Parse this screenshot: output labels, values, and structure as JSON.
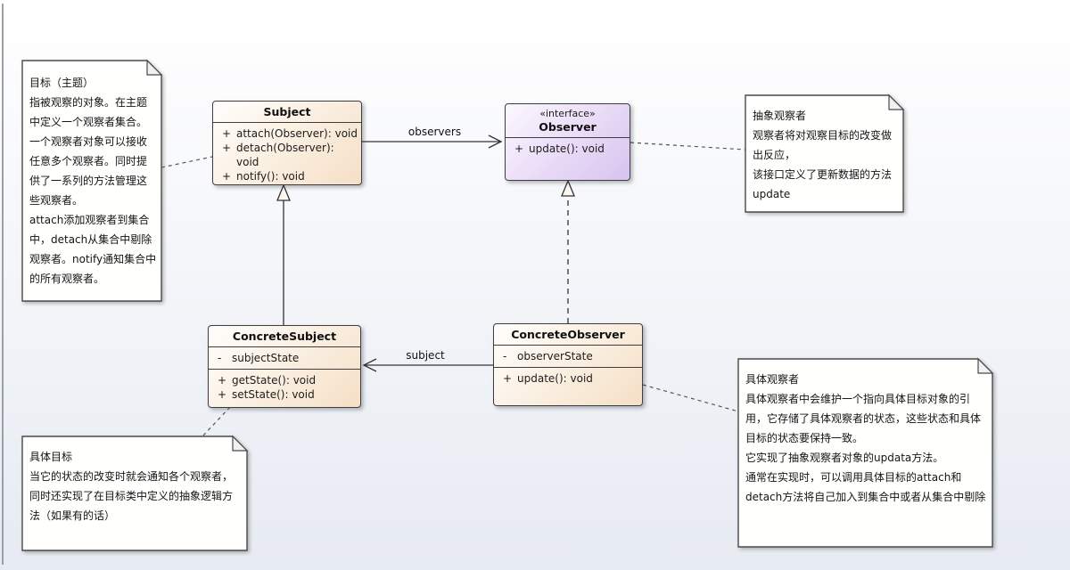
{
  "diagram": {
    "classes": {
      "subject": {
        "name": "Subject",
        "methods": [
          {
            "v": "+",
            "t": "attach(Observer): void"
          },
          {
            "v": "+",
            "t": "detach(Observer): void"
          },
          {
            "v": "+",
            "t": "notify(): void"
          }
        ]
      },
      "observer": {
        "stereotype": "«interface»",
        "name": "Observer",
        "methods": [
          {
            "v": "+",
            "t": "update(): void"
          }
        ]
      },
      "concrete_subject": {
        "name": "ConcreteSubject",
        "attributes": [
          {
            "v": "-",
            "t": "subjectState"
          }
        ],
        "methods": [
          {
            "v": "+",
            "t": "getState(): void"
          },
          {
            "v": "+",
            "t": "setState(): void"
          }
        ]
      },
      "concrete_observer": {
        "name": "ConcreteObserver",
        "attributes": [
          {
            "v": "-",
            "t": "observerState"
          }
        ],
        "methods": [
          {
            "v": "+",
            "t": "update(): void"
          }
        ]
      }
    },
    "edges": {
      "observers_label": "observers",
      "subject_label": "subject"
    },
    "notes": {
      "target": {
        "lines": [
          "目标（主题）",
          "指被观察的对象。在主题",
          "中定义一个观察者集合。",
          "一个观察者对象可以接收",
          "任意多个观察者。同时提",
          "供了一系列的方法管理这",
          "些观察者。",
          "attach添加观察者到集合",
          "中，detach从集合中剔除",
          "观察者。notify通知集合中",
          "的所有观察者。"
        ]
      },
      "abstract_observer": {
        "lines": [
          "抽象观察者",
          "观察者将对观察目标的改变做",
          "出反应，",
          "该接口定义了更新数据的方法",
          "update"
        ]
      },
      "concrete_target": {
        "lines": [
          "具体目标",
          "当它的状态的改变时就会通知各个观察者，",
          "同时还实现了在目标类中定义的抽象逻辑方",
          "法（如果有的话）"
        ]
      },
      "concrete_observer": {
        "lines": [
          "具体观察者",
          "具体观察者中会维护一个指向具体目标对象的引",
          "用，它存储了具体观察者的状态，这些状态和具体",
          "目标的状态要保持一致。",
          "它实现了抽象观察者对象的updata方法。",
          "通常在实现时，可以调用具体目标的attach和",
          "detach方法将自己加入到集合中或者从集合中剔除"
        ]
      }
    },
    "colors": {
      "class_fill": "#f5dfc6",
      "interface_fill": "#d7c3ef",
      "border": "#3e3e3e",
      "note_fill": "#ffffff",
      "background_bottom": "#e7ebf2"
    }
  }
}
